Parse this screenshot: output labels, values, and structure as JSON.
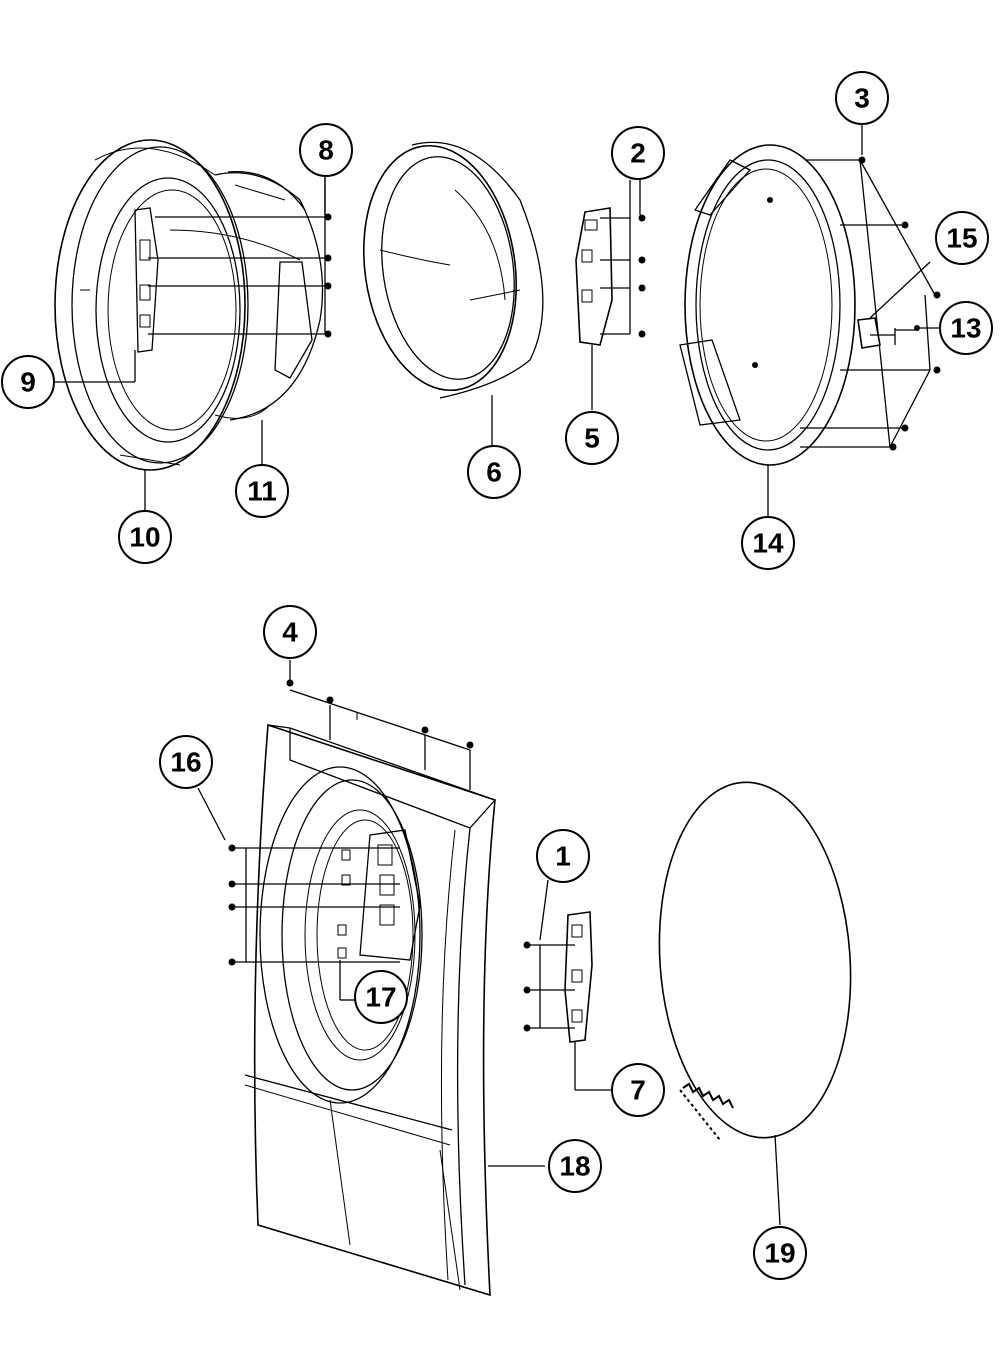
{
  "callouts": [
    {
      "id": "c1",
      "label": "1"
    },
    {
      "id": "c2",
      "label": "2"
    },
    {
      "id": "c3",
      "label": "3"
    },
    {
      "id": "c4",
      "label": "4"
    },
    {
      "id": "c5",
      "label": "5"
    },
    {
      "id": "c6",
      "label": "6"
    },
    {
      "id": "c7",
      "label": "7"
    },
    {
      "id": "c8",
      "label": "8"
    },
    {
      "id": "c9",
      "label": "9"
    },
    {
      "id": "c10",
      "label": "10"
    },
    {
      "id": "c11",
      "label": "11"
    },
    {
      "id": "c13",
      "label": "13"
    },
    {
      "id": "c14",
      "label": "14"
    },
    {
      "id": "c15",
      "label": "15"
    },
    {
      "id": "c16",
      "label": "16"
    },
    {
      "id": "c17",
      "label": "17"
    },
    {
      "id": "c18",
      "label": "18"
    },
    {
      "id": "c19",
      "label": "19"
    }
  ]
}
